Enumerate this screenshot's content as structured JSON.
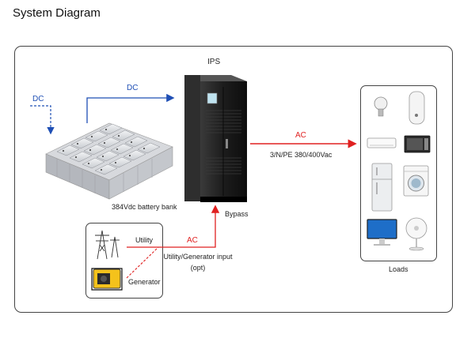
{
  "title": "System Diagram",
  "labels": {
    "ips": "IPS",
    "dc_input": "DC",
    "dc_link": "DC",
    "battery": "384Vdc battery bank",
    "ac_output": "AC",
    "output_spec": "3/N/PE 380/400Vac",
    "bypass": "Bypass",
    "ac_input": "AC",
    "input_note_line1": "Utility/Generator input",
    "input_note_line2": "(opt)",
    "utility": "Utility",
    "generator": "Generator",
    "loads": "Loads"
  },
  "colors": {
    "dc_line": "#1f4fb5",
    "ac_line": "#e02020",
    "frame": "#444444"
  },
  "icons": [
    "battery-bank-icon",
    "ips-cabinet-icon",
    "power-tower-icon",
    "generator-icon",
    "light-bulb-icon",
    "water-heater-icon",
    "air-conditioner-icon",
    "microwave-icon",
    "refrigerator-icon",
    "washing-machine-icon",
    "monitor-icon",
    "fan-icon"
  ]
}
